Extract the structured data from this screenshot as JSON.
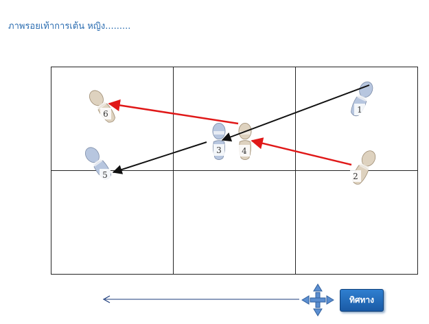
{
  "title": "ภาพรอยเท้าการเต้น หญิง.........",
  "steps": [
    "1",
    "2",
    "3",
    "4",
    "5",
    "6"
  ],
  "direction_button": "ทิศทาง",
  "colors": {
    "title": "#2a6cb0",
    "left_foot": "#b7c6df",
    "right_foot": "#ded2bf",
    "path_red": "#e01818",
    "path_black": "#111111",
    "arrow_blue": "#1a3a7a",
    "button": "#1f67b8"
  },
  "icons": [
    "move-cross-icon",
    "direction-arrow-left-icon",
    "footprint-icon"
  ]
}
